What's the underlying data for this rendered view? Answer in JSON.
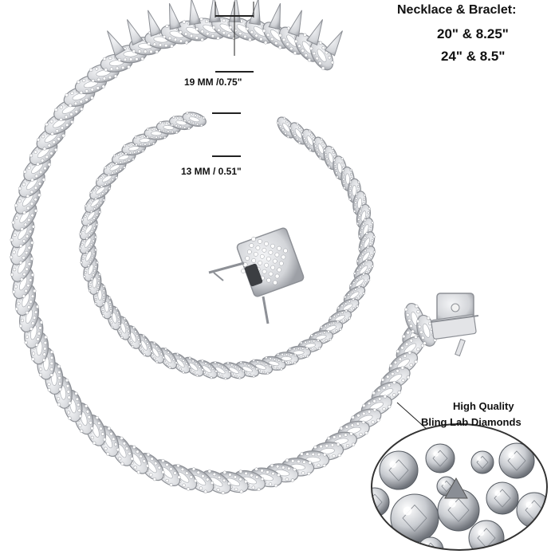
{
  "product_text": {
    "title": "Necklace & Braclet:",
    "size_1": "20\" & 8.25\"",
    "size_2": "24\" & 8.5\""
  },
  "dimensions": {
    "necklace_width": "19 MM /0.75\"",
    "bracelet_width": "13 MM / 0.51\""
  },
  "quality_text": {
    "line_1": "High Quality",
    "line_2": "Bling Lab Diamonds"
  },
  "colors": {
    "background": "#ffffff",
    "chain_silver": "#d8dadd",
    "chain_outline": "#8d9096",
    "rhinestone": "#ffffff",
    "text": "#111111"
  }
}
